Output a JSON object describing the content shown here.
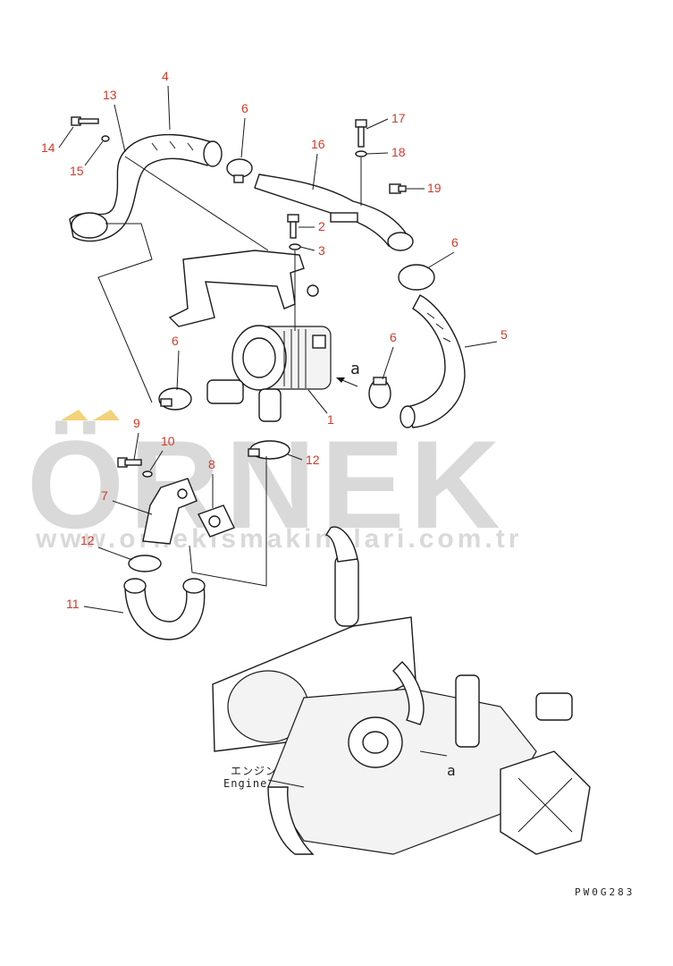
{
  "watermark": {
    "brand": "ÖRNEK",
    "url": "www.ornekismakinalari.com.tr",
    "accent_color": "#f2d27a"
  },
  "engine_label": {
    "japanese": "エンジン",
    "english": "Engine"
  },
  "view_marker": "a",
  "drawing_code": "PW0G283",
  "callout_color": "#d23a2a",
  "callouts": [
    "14",
    "13",
    "4",
    "15",
    "6",
    "17",
    "16",
    "18",
    "19",
    "2",
    "3",
    "6",
    "6",
    "6",
    "5",
    "1",
    "9",
    "10",
    "12",
    "7",
    "8",
    "12",
    "11"
  ]
}
